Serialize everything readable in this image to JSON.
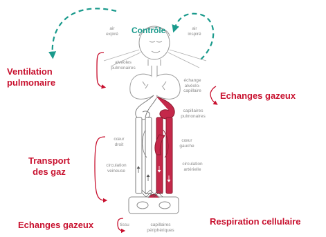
{
  "labels": {
    "controle": "Contrôle",
    "ventilation_line1": "Ventilation",
    "ventilation_line2": "pulmonaire",
    "echanges_gazeux_top": "Echanges gazeux",
    "transport_line1": "Transport",
    "transport_line2": "des gaz",
    "echanges_gazeux_bottom": "Echanges gazeux",
    "respiration_cellulaire": "Respiration cellulaire"
  },
  "annotations": {
    "air_expire": "air expiré",
    "air_inspire": "air inspiré",
    "alveoles_pulmonaires": "alvéoles pulmonaires",
    "echange_alveolo_capillaire": "échange alvéolo-capillaire",
    "capillaires_pulmonaires": "capillaires pulmonaires",
    "coeur_droit": "cœur droit",
    "coeur_gauche": "cœur gauche",
    "circulation_veineuse": "circulation veineuse",
    "circulation_arterielle": "circulation artérielle",
    "tissu": "tissu",
    "capillaires_peripheriques": "capillaires périphériques"
  },
  "colors": {
    "accent_red": "#c8102e",
    "accent_teal": "#1a9a8c",
    "annotation_gray": "#8a8a8a",
    "arterial": "#c4284a",
    "venous": "#ffffff"
  }
}
